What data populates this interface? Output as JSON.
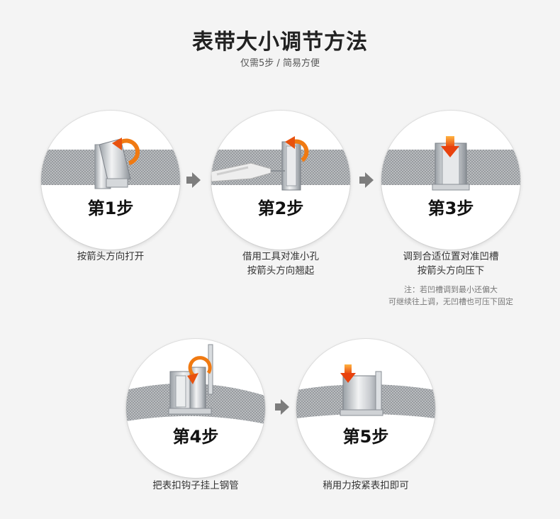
{
  "header": {
    "title": "表带大小调节方法",
    "subtitle": "仅需5步 / 简易方便"
  },
  "steps": [
    {
      "label": "第1步",
      "caption_lines": [
        "按箭头方向打开"
      ]
    },
    {
      "label": "第2步",
      "caption_lines": [
        "借用工具对准小孔",
        "按箭头方向翘起"
      ]
    },
    {
      "label": "第3步",
      "caption_lines": [
        "调到合适位置对准凹槽",
        "按箭头方向压下"
      ],
      "note_lines": [
        "注：若凹槽调到最小还偏大",
        "可继续往上调，无凹槽也可压下固定"
      ]
    },
    {
      "label": "第4步",
      "caption_lines": [
        "把表扣钩子挂上钢管"
      ]
    },
    {
      "label": "第5步",
      "caption_lines": [
        "稍用力按紧表扣即可"
      ]
    }
  ],
  "icons": {
    "next": "arrow-right-icon",
    "direction": "curved-arrow-icon",
    "press": "down-arrow-icon"
  },
  "colors": {
    "accent": "#f07a12",
    "arrow_gray": "#7d7d7d",
    "mesh": "#b9bcc0"
  }
}
